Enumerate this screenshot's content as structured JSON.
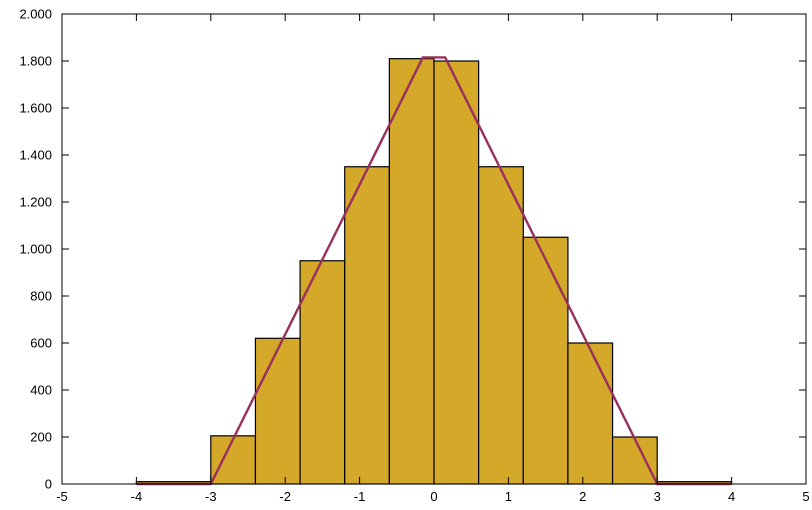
{
  "chart_data": {
    "type": "bar",
    "title": "",
    "xlabel": "",
    "ylabel": "",
    "xlim": [
      -5,
      5
    ],
    "ylim": [
      0,
      2000
    ],
    "grid": false,
    "x_ticks": [
      -5,
      -4,
      -3,
      -2,
      -1,
      0,
      1,
      2,
      3,
      4,
      5
    ],
    "x_tick_labels": [
      "-5",
      "-4",
      "-3",
      "-2",
      "-1",
      "0",
      "1",
      "2",
      "3",
      "4",
      "5"
    ],
    "y_ticks": [
      0,
      200,
      400,
      600,
      800,
      1000,
      1200,
      1400,
      1600,
      1800,
      2000
    ],
    "y_tick_labels": [
      "0",
      "200",
      "400",
      "600",
      "800",
      "1.000",
      "1.200",
      "1.400",
      "1.600",
      "1.800",
      "2.000"
    ],
    "bars": [
      {
        "x0": -4.0,
        "x1": -3.0,
        "value": 10
      },
      {
        "x0": -3.0,
        "x1": -2.4,
        "value": 205
      },
      {
        "x0": -2.4,
        "x1": -1.8,
        "value": 620
      },
      {
        "x0": -1.8,
        "x1": -1.2,
        "value": 950
      },
      {
        "x0": -1.2,
        "x1": -0.6,
        "value": 1350
      },
      {
        "x0": -0.6,
        "x1": 0.0,
        "value": 1810
      },
      {
        "x0": 0.0,
        "x1": 0.6,
        "value": 1800
      },
      {
        "x0": 0.6,
        "x1": 1.2,
        "value": 1350
      },
      {
        "x0": 1.2,
        "x1": 1.8,
        "value": 1050
      },
      {
        "x0": 1.8,
        "x1": 2.4,
        "value": 600
      },
      {
        "x0": 2.4,
        "x1": 3.0,
        "value": 200
      },
      {
        "x0": 3.0,
        "x1": 4.0,
        "value": 10
      }
    ],
    "series": [
      {
        "type": "line",
        "x": [
          -4.0,
          -3.0,
          -0.15,
          0.15,
          3.0,
          4.0
        ],
        "y": [
          0,
          0,
          1815,
          1815,
          0,
          0
        ],
        "color": "#9a2f5c"
      }
    ],
    "colors": {
      "bar_fill": "#d4a92a",
      "bar_edge": "#000000",
      "line": "#9a2f5c"
    }
  }
}
